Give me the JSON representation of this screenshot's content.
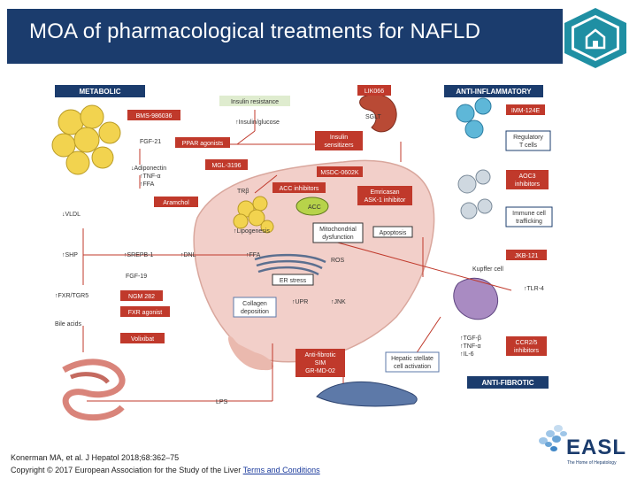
{
  "header": {
    "title": "MOA of pharmacological treatments for NAFLD"
  },
  "diagram": {
    "metabolic_header": "METABOLIC",
    "anti_inflammatory_header": "ANTI-INFLAMMATORY",
    "anti_fibrotic_header": "ANTI-FIBROTIC",
    "insulin_resistance": "Insulin resistance",
    "insulin_glucose": "↑Insulin/glucose",
    "bms": "BMS-986036",
    "fgf21": "FGF-21",
    "adiponectin": [
      "↓Adiponectin",
      "↑TNF-α",
      "↑FFA"
    ],
    "ppar": "PPAR agonists",
    "mgl": "MGL-3196",
    "trb": "TRβ",
    "aramchol": "Aramchol",
    "acc_inhibitors": "ACC inhibitors",
    "acc": "ACC",
    "insulin_sensitizers": [
      "Insulin",
      "sensitizers"
    ],
    "msdc": "MSDC-0602K",
    "li066": "LIK066",
    "sglt": "SGLT",
    "emricasan": [
      "Emricasan",
      "ASK-1 inhibitor"
    ],
    "imm124e": "IMM-124E",
    "regulatory_t": [
      "Regulatory",
      "T cells"
    ],
    "aoc3": [
      "AOC3",
      "inhibitors"
    ],
    "immune_cell": [
      "Immune cell",
      "trafficking"
    ],
    "vldl": "↓VLDL",
    "lipogenesis": "↑Lipogenesis",
    "mitochondrial": [
      "Mitochondrial",
      "dysfunction"
    ],
    "apoptosis": "Apoptosis",
    "shp": "↑SHP",
    "srebp": "↑SREPB-1",
    "dnl": "↑DNL",
    "ffa": "↑FFA",
    "ros": "ROS",
    "jkb": "JKB-121",
    "kupffer": "Kupffer cell",
    "fgf19": "FGF-19",
    "er_stress": "ER stress",
    "fxr_tgr5": "↑FXR/TGR5",
    "ngm282": "NGM 282",
    "collagen": [
      "Collagen",
      "deposition"
    ],
    "upr": "↑UPR",
    "jnk": "↑JNK",
    "tlr4": "↑TLR-4",
    "fxr_agonist": "FXR agonist",
    "bile_acids": "Bile acids",
    "volixibat": "Volixibat",
    "tgf": [
      "↑TGF-β",
      "↑TNF-α",
      "↑IL-6"
    ],
    "ccr": [
      "CCR2/5",
      "inhibitors"
    ],
    "antifibrotic_drugs": [
      "Anti-fibrotic",
      "SIM",
      "GR-MD-02"
    ],
    "hepatic_stellate": [
      "Hepatic stellate",
      "cell activation"
    ],
    "lps": "LPS"
  },
  "citation": {
    "line1": "Konerman MA, et al. J Hepatol 2018;68:362–75",
    "line2": "Copyright © 2017 European Association for the Study of the Liver",
    "link": "Terms and Conditions"
  },
  "logo": {
    "name": "EASL",
    "tagline": "The Home of Hepatology"
  },
  "colors": {
    "header_bar": "#1b3c6d",
    "drug_box": "#c0392b",
    "section_header": "#1b3c6d",
    "liver": "#f2cfc9"
  }
}
